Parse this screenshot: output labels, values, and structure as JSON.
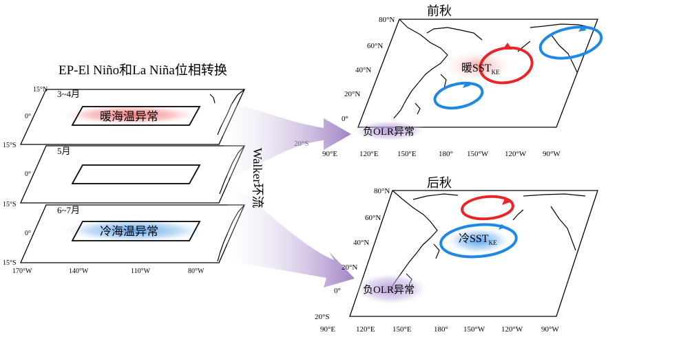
{
  "title": "EP-El Niño和La Niña位相转换",
  "left_panels": [
    {
      "month": "3~4月",
      "anomaly": "暖海温异常",
      "lat_top": "15°N",
      "lat_mid": "0°",
      "lat_bot": "15°S"
    },
    {
      "month": "5月",
      "anomaly": "",
      "lat_mid": "0°",
      "lat_bot": "15°S"
    },
    {
      "month": "6~7月",
      "anomaly": "冷海温异常",
      "lat_mid": "0°",
      "lat_bot": "15°S"
    }
  ],
  "left_lon_ticks": [
    "170°W",
    "140°W",
    "110°W",
    "80°W"
  ],
  "walker_label": "Walker环流",
  "right_maps": [
    {
      "season": "前秋",
      "lat_ticks": [
        "80°N",
        "60°N",
        "40°N",
        "20°N",
        "0°",
        "20°S"
      ],
      "lon_ticks": [
        "90°E",
        "120°E",
        "150°E",
        "180°",
        "150°W",
        "120°W",
        "90°W"
      ],
      "sst_label": "暖SST",
      "sst_sub": "KE",
      "olr_label": "负OLR异常"
    },
    {
      "season": "后秋",
      "lat_ticks": [
        "80°N",
        "60°N",
        "40°N",
        "20°N",
        "0°",
        "20°S"
      ],
      "lon_ticks": [
        "90°E",
        "120°E",
        "150°E",
        "180°",
        "150°W",
        "120°W",
        "90°W"
      ],
      "sst_label": "冷SST",
      "sst_sub": "KE",
      "olr_label": "负OLR异常"
    }
  ],
  "colors": {
    "warm": "#e8262a",
    "cold": "#1e88e5",
    "arrow": "#8a63b8",
    "olr": "#b49ad6"
  }
}
